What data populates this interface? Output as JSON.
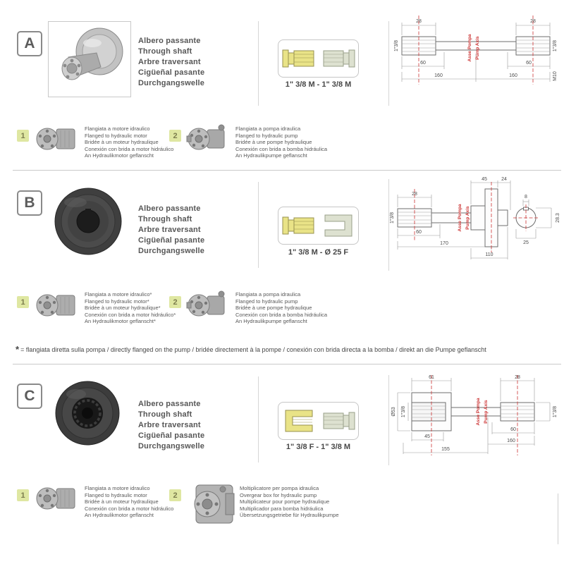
{
  "sections": [
    {
      "letter": "A",
      "names": [
        "Albero passante",
        "Through shaft",
        "Arbre traversant",
        "Cigüeñal pasante",
        "Durchgangswelle"
      ],
      "size_label": "1\" 3/8 M - 1\" 3/8 M",
      "axis": {
        "it": "Asse Pompa",
        "en": "Pump Axis"
      },
      "dims": {
        "top_left": "28",
        "top_right": "28",
        "shaft_left": "1\"3/8",
        "shaft_right": "1\"3/8",
        "mid_left": "60",
        "mid_right": "60",
        "bottom_left": "160",
        "bottom_right": "160",
        "thread": "M10"
      },
      "items": [
        {
          "num": "1",
          "lines": [
            "Flangiata a motore idraulico",
            "Flanged to hydraulic motor",
            "Bridée à un moteur hydraulique",
            "Conexión con brida a motor hidráulico",
            "An Hydraulikmotor geflanscht"
          ]
        },
        {
          "num": "2",
          "lines": [
            "Flangiata a pompa idraulica",
            "Flanged to hydraulic pump",
            "Bridée à une pompe hydraulique",
            "Conexión con brida a bomba hidráulica",
            "An Hydraulikpumpe geflanscht"
          ]
        }
      ]
    },
    {
      "letter": "B",
      "names": [
        "Albero passante",
        "Through shaft",
        "Arbre traversant",
        "Cigüeñal pasante",
        "Durchgangswelle"
      ],
      "size_label": "1\" 3/8 M - Ø 25 F",
      "axis": {
        "it": "Asse Pompa",
        "en": "Pump Axis"
      },
      "dims": {
        "top_left": "28",
        "flange_a": "45",
        "flange_b": "24",
        "key": "8",
        "shaft_left": "1\"3/8",
        "mid_left": "60",
        "bottom_left": "170",
        "bore": "28.3",
        "pin": "25",
        "bottom_right": "110"
      },
      "items": [
        {
          "num": "1",
          "lines": [
            "Flangiata a motore idraulico*",
            "Flanged to hydraulic motor*",
            "Bridée à un moteur hydraulique*",
            "Conexión con brida a motor hidráulico*",
            "An Hydraulikmotor geflanscht*"
          ]
        },
        {
          "num": "2",
          "lines": [
            "Flangiata a pompa idraulica",
            "Flanged to hydraulic pump",
            "Bridée à une pompe hydraulique",
            "Conexión con brida a bomba hidráulica",
            "An Hydraulikpumpe geflanscht"
          ]
        }
      ]
    },
    {
      "letter": "C",
      "names": [
        "Albero passante",
        "Through shaft",
        "Arbre traversant",
        "Cigüeñal pasante",
        "Durchgangswelle"
      ],
      "size_label": "1\" 3/8 F - 1\" 3/8 M",
      "axis": {
        "it": "Asse Pompa",
        "en": "Pump Axis"
      },
      "dims": {
        "top_left": "61",
        "top_right": "28",
        "hub_dia": "Ø53",
        "bore_left": "1\"3/8",
        "shaft_right": "1\"3/8",
        "mid_left": "45",
        "mid_right": "60",
        "bottom_left": "155",
        "bottom_right": "160"
      },
      "items": [
        {
          "num": "1",
          "lines": [
            "Flangiata a motore idraulico",
            "Flanged to hydraulic motor",
            "Bridée à un moteur hydraulique",
            "Conexión con brida a motor hidráulico",
            "An Hydraulikmotor geflanscht"
          ]
        },
        {
          "num": "2",
          "lines": [
            "Moltiplicatore per pompa idraulica",
            "Overgear box for hydraulic pump",
            "Multiplicateur pour pompe hydraulique",
            "Multiplicador para bomba hidráulica",
            "Übersetzungsgetriebe für Hydraulikpumpe"
          ]
        }
      ]
    }
  ],
  "footnote": {
    "star": "*",
    "text": "=  flangiata diretta sulla pompa / directly flanged on the pump / bridée directement à la pompe / conexión con brida directa a la bomba / direkt an die Pumpe geflanscht"
  }
}
